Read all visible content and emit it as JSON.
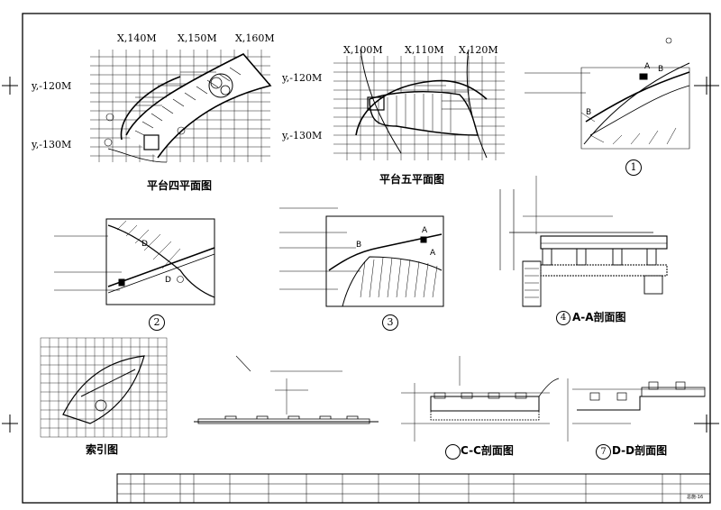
{
  "plan4": {
    "coords_x": [
      "X,140M",
      "X,150M",
      "X,160M"
    ],
    "coords_y": [
      "y,-120M",
      "y,-130M"
    ],
    "title": "平台四平面图"
  },
  "plan5": {
    "coords_x": [
      "X,100M",
      "X,110M",
      "X,120M"
    ],
    "coords_y": [
      "y,-120M",
      "y,-130M"
    ],
    "title": "平台五平面图"
  },
  "detail1": {
    "number": "1"
  },
  "detail2": {
    "number": "2"
  },
  "detail3": {
    "number": "3"
  },
  "section_aa": {
    "number": "4",
    "title": "A-A剖面图"
  },
  "index_plan": {
    "title": "索引图"
  },
  "section_cc": {
    "title": "C-C剖面图"
  },
  "section_dd": {
    "number": "7",
    "title": "D-D剖面图"
  },
  "markers": {
    "a": "A",
    "b": "B",
    "d": "D"
  },
  "title_block": {
    "drawing_no": "总施-16"
  }
}
